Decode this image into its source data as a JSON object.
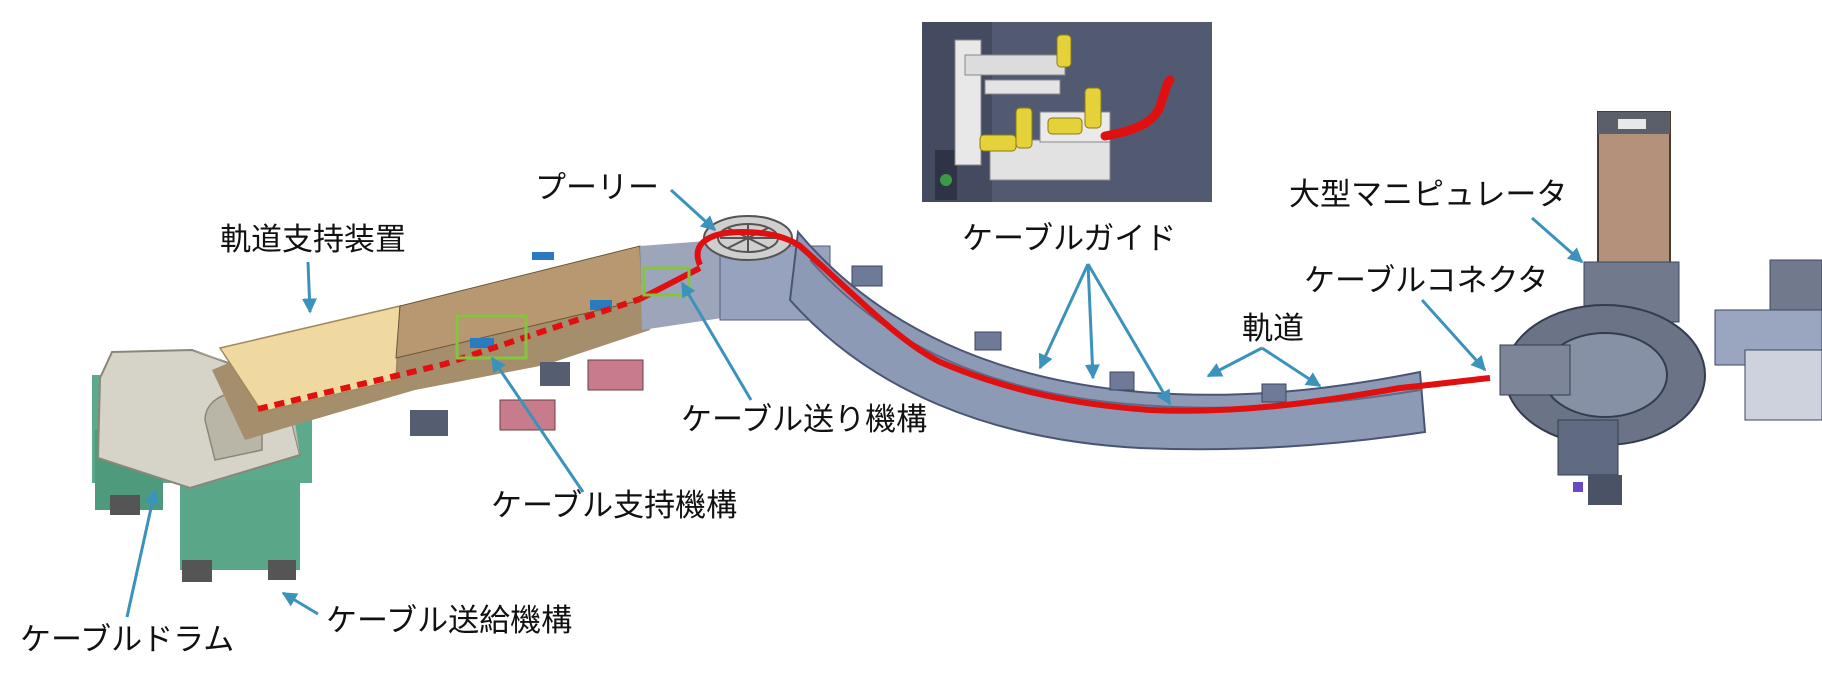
{
  "labels": {
    "pulley": "プーリー",
    "orbit_support": "軌道支持装置",
    "cable_guide": "ケーブルガイド",
    "large_manipulator": "大型マニピュレータ",
    "cable_connector": "ケーブルコネクタ",
    "orbit": "軌道",
    "cable_feed_mechanism": "ケーブル送り機構",
    "cable_support_mechanism": "ケーブル支持機構",
    "cable_drum": "ケーブルドラム",
    "cable_supply_mechanism": "ケーブル送給機構"
  },
  "colors": {
    "cable": "#e01010",
    "leader": "#3b93bb",
    "highlight": "#86c440",
    "rail": "#8d9ab6",
    "inset_bg": "#525a72"
  }
}
